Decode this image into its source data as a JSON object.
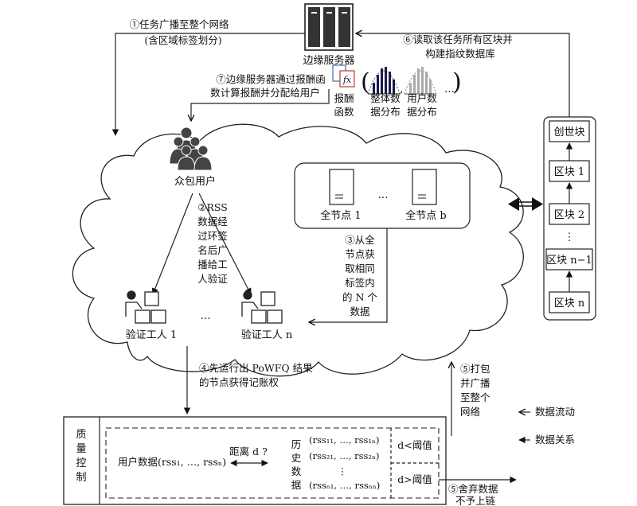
{
  "edge_server": {
    "label": "边缘服务器"
  },
  "steps": {
    "s1": [
      "①任务广播至整个网络",
      "(含区域标签划分)"
    ],
    "s6": [
      "⑥读取该任务所有区块并",
      "构建指纹数据库"
    ],
    "s7": [
      "⑦边缘服务器通过报酬函",
      "数计算报酬并分配给用户"
    ],
    "s2": [
      "②RSS",
      "数据经",
      "过环签",
      "名后广",
      "播给工",
      "人验证"
    ],
    "s3": [
      "③从全",
      "节点获",
      "取相同",
      "标签内",
      "的 N 个",
      "数据"
    ],
    "s4": [
      "④先运行出 PoWFQ 结果",
      "的节点获得记账权"
    ],
    "s5": [
      "⑤打包",
      "并广播",
      "至整个",
      "网络"
    ],
    "s5b": [
      "⑤舍弃数据",
      "不予上链"
    ]
  },
  "reward": {
    "fx_icon": "fx",
    "func_label": [
      "报酬",
      "函数"
    ],
    "overall_label": [
      "整体数",
      "据分布"
    ],
    "user_label": [
      "用户数",
      "据分布"
    ],
    "ellipsis": "…"
  },
  "crowd": {
    "label": "众包用户"
  },
  "full_nodes": {
    "node1": "全节点 1",
    "nodeb": "全节点 b",
    "ellipsis": "…"
  },
  "workers": {
    "w1": "验证工人 1",
    "wn": "验证工人 n",
    "ellipsis": "…"
  },
  "chain": {
    "blocks": [
      "创世块",
      "区块 1",
      "区块 2",
      "⋮",
      "区块 n−1",
      "区块 n"
    ]
  },
  "quality": {
    "title": [
      "质",
      "量",
      "控",
      "制"
    ],
    "user_data": "用户数据(rss₁, …, rssₙ)",
    "distance": "距离 d ?",
    "history": [
      "历",
      "史",
      "数",
      "据"
    ],
    "rows": [
      "(rss₁₁, …, rss₁ₙ)",
      "(rss₂₁, …, rss₂ₙ)",
      "⋮",
      "(rssₙ₁, …, rssₙₙ)"
    ],
    "lt": "d<阈值",
    "gt": "d>阈值"
  },
  "legend": {
    "flow": "数据流动",
    "relation": "数据关系"
  }
}
